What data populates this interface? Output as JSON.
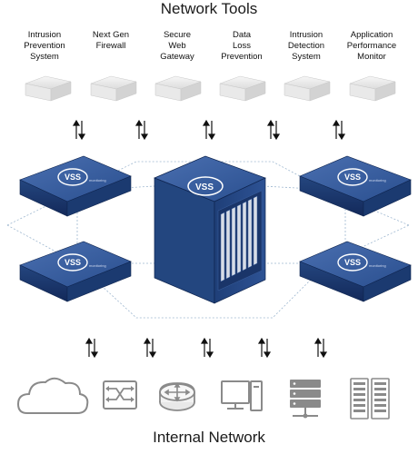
{
  "titles": {
    "top": "Network Tools",
    "bottom": "Internal Network"
  },
  "tools": [
    {
      "label": "Intrusion\nPrevention\nSystem"
    },
    {
      "label": "Next Gen\nFirewall"
    },
    {
      "label": "Secure\nWeb\nGateway"
    },
    {
      "label": "Data\nLoss\nPrevention"
    },
    {
      "label": "Intrusion\nDetection\nSystem"
    },
    {
      "label": "Application\nPerformance\nMonitor"
    }
  ],
  "devices": {
    "brand": "VSS",
    "brand_sub": "monitoring"
  },
  "network_icons": [
    {
      "icon": "cloud-icon"
    },
    {
      "icon": "switch-icon"
    },
    {
      "icon": "router-icon"
    },
    {
      "icon": "workstation-icon"
    },
    {
      "icon": "server-icon"
    },
    {
      "icon": "server-rack-icon"
    }
  ],
  "colors": {
    "device_blue": "#2a4f8f",
    "device_dark": "#163366",
    "appliance_gray": "#e4e4e4",
    "icon_gray": "#8a8a8a"
  }
}
